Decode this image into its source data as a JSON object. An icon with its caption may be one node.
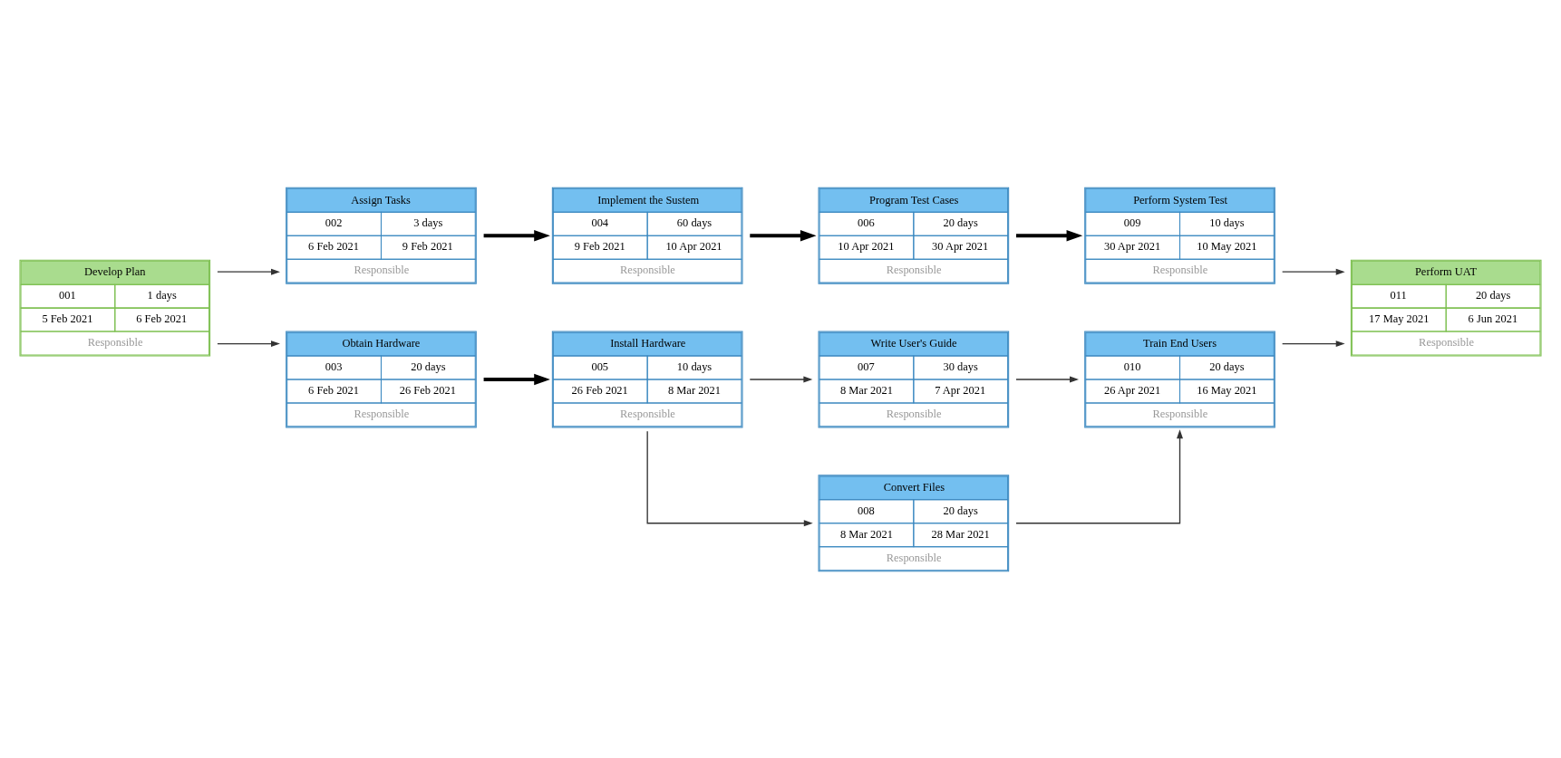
{
  "diagram": {
    "nodes": [
      {
        "text": [
          "Assign Tasks",
          "002",
          "3 days",
          "6 Feb 2021",
          "9 Feb 2021",
          "Responsible"
        ]
      },
      {
        "text": [
          "Implement the Sustem",
          "004",
          "60 days",
          "9 Feb 2021",
          "10 Apr 2021",
          "Responsible"
        ]
      },
      {
        "text": [
          "Program Test Cases",
          "006",
          "20 days",
          "10 Apr 2021",
          "30 Apr 2021",
          "Responsible"
        ]
      },
      {
        "text": [
          "Perform System Test",
          "009",
          "10 days",
          "30 Apr 2021",
          "10 May 2021",
          "Responsible"
        ]
      },
      {
        "text": [
          "Develop Plan",
          "001",
          "1 days",
          "5 Feb 2021",
          "6 Feb 2021",
          "Responsible"
        ]
      },
      {
        "text": [
          "Perform UAT",
          "011",
          "20 days",
          "17 May 2021",
          "6 Jun 2021",
          "Responsible"
        ]
      },
      {
        "text": [
          "Write User's Guide",
          "007",
          "30 days",
          "8 Mar 2021",
          "7 Apr 2021",
          "Responsible"
        ]
      },
      {
        "text": [
          "Obtain Hardware",
          "003",
          "20 days",
          "6 Feb 2021",
          "26 Feb 2021",
          "Responsible"
        ]
      },
      {
        "text": [
          "Install Hardware",
          "005",
          "10 days",
          "26 Feb 2021",
          "8 Mar 2021",
          "Responsible"
        ]
      },
      {
        "text": [
          "Train End Users",
          "010",
          "20 days",
          "26 Apr 2021",
          "16 May 2021",
          "Responsible"
        ]
      },
      {
        "text": [
          "Convert Files",
          "008",
          "20 days",
          "8 Mar 2021",
          "28 Mar 2021",
          "Responsible"
        ]
      }
    ],
    "edges": [
      {
        "from": 4,
        "to": 0,
        "arrow": "to"
      },
      {
        "from": 4,
        "to": 7,
        "arrow": "to"
      },
      {
        "from": 0,
        "to": 1,
        "arrow": "to",
        "style": "thick",
        "color": "#000000"
      },
      {
        "from": 1,
        "to": 2,
        "arrow": "to",
        "style": "thick",
        "color": "#000000"
      },
      {
        "from": 2,
        "to": 3,
        "arrow": "to",
        "style": "thick",
        "color": "#000000"
      },
      {
        "from": 3,
        "to": 5,
        "arrow": "to"
      },
      {
        "from": 7,
        "to": 8,
        "arrow": "to",
        "style": "thick",
        "color": "#000000"
      },
      {
        "from": 8,
        "to": 6,
        "arrow": "to"
      },
      {
        "from": 8,
        "to": 10,
        "arrow": "to"
      },
      {
        "from": 6,
        "to": 9,
        "arrow": "to"
      },
      {
        "from": 10,
        "to": 9,
        "arrow": "to"
      },
      {
        "from": 9,
        "to": 5,
        "arrow": "to"
      }
    ]
  }
}
